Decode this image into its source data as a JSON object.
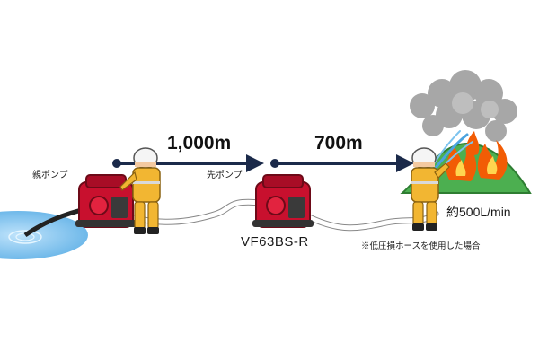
{
  "labels": {
    "main_pump": "親ポンプ",
    "relay_pump": "先ポンプ",
    "distance_1": "1,000m",
    "distance_2": "700m",
    "model": "VF63BS-R",
    "flow_rate": "約500L/min",
    "note": "※低圧損ホースを使用した場合"
  },
  "colors": {
    "arrow": "#1b2a4a",
    "pump_red": "#c8102e",
    "firefighter_yellow": "#f2b632",
    "water": "#4aa3df",
    "hill": "#4caf50",
    "fire": "#f25c05",
    "smoke": "#9e9e9e"
  },
  "icons": [
    "water-source-icon",
    "pump-icon",
    "firefighter-icon",
    "fire-icon",
    "smoke-icon"
  ]
}
